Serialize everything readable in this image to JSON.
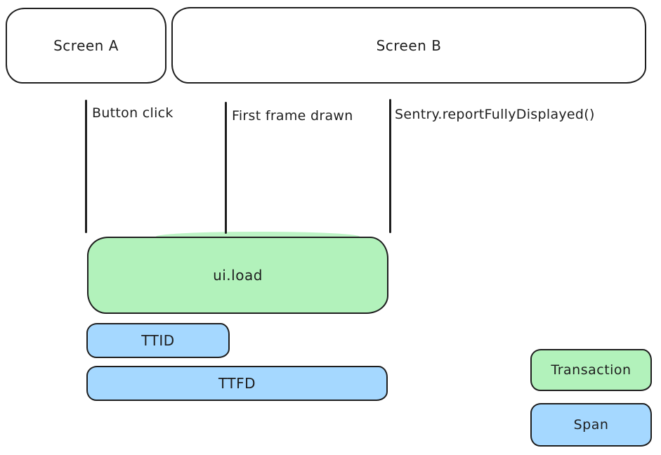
{
  "colors": {
    "stroke": "#1e1e1e",
    "transaction_fill": "#b2f2bb",
    "span_fill": "#a5d8ff",
    "background": "#ffffff"
  },
  "screens": [
    {
      "id": "screen-a",
      "label": "Screen A"
    },
    {
      "id": "screen-b",
      "label": "Screen B"
    }
  ],
  "events": [
    {
      "id": "button-click",
      "label": "Button click"
    },
    {
      "id": "first-frame-drawn",
      "label": "First frame drawn"
    },
    {
      "id": "report-fully-displayed",
      "label": "Sentry.reportFullyDisplayed()"
    }
  ],
  "bars": [
    {
      "id": "ui-load",
      "label": "ui.load",
      "kind": "transaction"
    },
    {
      "id": "ttid",
      "label": "TTID",
      "kind": "span"
    },
    {
      "id": "ttfd",
      "label": "TTFD",
      "kind": "span"
    }
  ],
  "legend": {
    "items": [
      {
        "label": "Transaction",
        "kind": "transaction"
      },
      {
        "label": "Span",
        "kind": "span"
      }
    ]
  }
}
